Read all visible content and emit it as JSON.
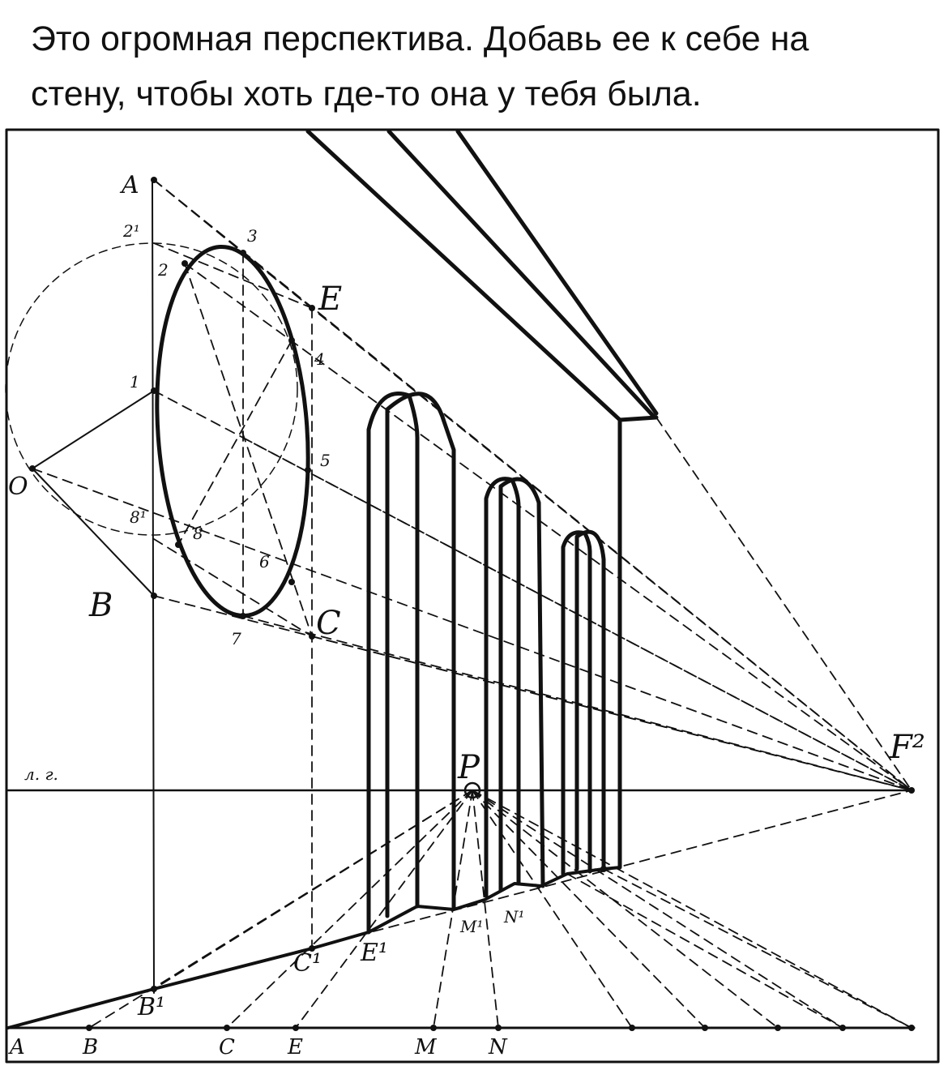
{
  "caption": {
    "line1": "Это огромная перспектива. Добавь ее к себе на",
    "line2": "стену, чтобы хоть где-то она у тебя была."
  },
  "drawing": {
    "horizon_label": "л. г.",
    "vanishing_point": "F²",
    "center_point": "P",
    "points": {
      "A": "A",
      "E": "E",
      "B": "B",
      "C": "C",
      "O": "O",
      "B1": "B¹",
      "C1": "C¹",
      "E1": "E¹",
      "M1": "M¹",
      "N1": "N¹"
    },
    "circle_numbers": [
      "1",
      "2",
      "2¹",
      "3",
      "4",
      "5",
      "6",
      "7",
      "8",
      "8¹"
    ],
    "baseline_labels": [
      "A",
      "B",
      "C",
      "E",
      "M",
      "N"
    ],
    "ink_color": "#111111",
    "background_color": "#ffffff"
  }
}
